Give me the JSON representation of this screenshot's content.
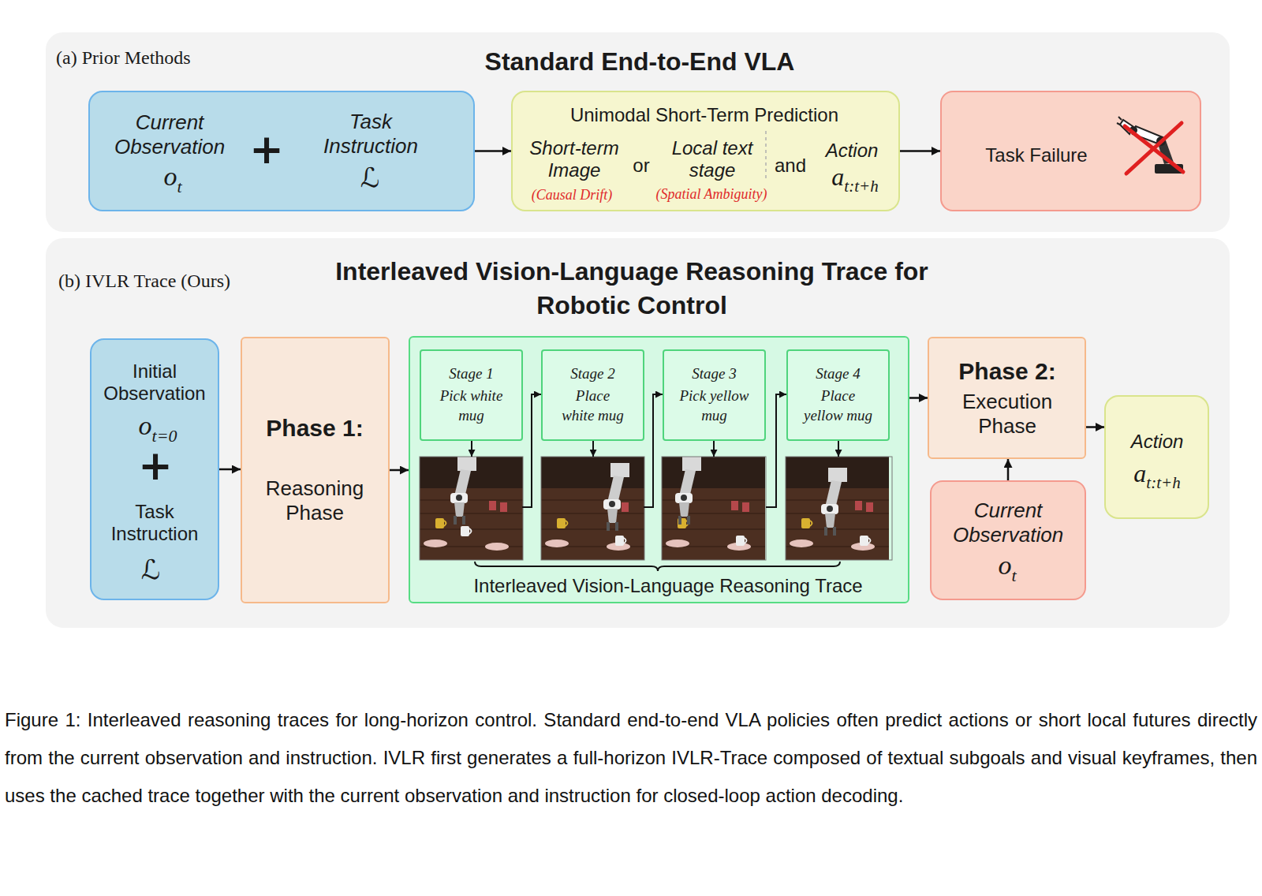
{
  "diagram": {
    "caption": "Figure 1: Interleaved reasoning traces for long-horizon control. Standard end-to-end VLA policies often predict actions or short local futures directly from the current observation and instruction. IVLR first generates a full-horizon IVLR-Trace composed of textual subgoals and visual keyframes, then uses the cached trace together with the current observation and instruction for closed-loop action decoding.",
    "nodes": [
      {
        "text": [
          "(a) Prior Methods",
          "Standard End-to-End VLA"
        ]
      },
      {
        "text": [
          "Current Observation",
          "o",
          "t",
          "+",
          "Task Instruction",
          "ℒ"
        ],
        "in": 0
      },
      {
        "text": [
          "Unimodal Short-Term Prediction",
          "Short-term Image",
          "(Causal Drift)",
          "or",
          "Local text stage",
          "(Spatial Ambiguity)",
          "and",
          "Action",
          "a",
          "t:t+h"
        ],
        "in": 0
      },
      {
        "text": [
          "Task Failure"
        ],
        "in": 0
      },
      {
        "text": [
          "(b) IVLR Trace (Ours)",
          "Interleaved Vision-Language Reasoning Trace for Robotic Control"
        ]
      },
      {
        "text": [
          "Initial Observation",
          "o",
          "t=0",
          "+",
          "Task Instruction",
          "ℒ"
        ],
        "in": 4
      },
      {
        "text": [
          "Phase 1:",
          "Reasoning Phase"
        ],
        "in": 4
      },
      {
        "text": [
          "Interleaved Vision-Language Reasoning Trace"
        ],
        "in": 4
      },
      {
        "text": [
          "Stage 1",
          "Pick white mug"
        ],
        "in": 7
      },
      {
        "text": [
          "Stage 2",
          "Place white mug"
        ],
        "in": 7
      },
      {
        "text": [
          "Stage 3",
          "Pick yellow mug"
        ],
        "in": 7
      },
      {
        "text": [
          "Stage 4",
          "Place yellow mug"
        ],
        "in": 7
      },
      {
        "text": [
          "Phase 2:",
          "Execution Phase"
        ],
        "in": 4
      },
      {
        "text": [
          "Current Observation",
          "o",
          "t"
        ],
        "in": 4
      },
      {
        "text": [
          "Action",
          "a",
          "t:t+h"
        ],
        "in": 4
      }
    ],
    "edges": [
      {
        "from": 1,
        "to": 2,
        "arrow": "to"
      },
      {
        "from": 2,
        "to": 3,
        "arrow": "to"
      },
      {
        "from": 5,
        "to": 6,
        "arrow": "to"
      },
      {
        "from": 6,
        "to": 7,
        "arrow": "to"
      },
      {
        "from": 7,
        "to": 12,
        "arrow": "to"
      },
      {
        "from": 13,
        "to": 12,
        "arrow": "to"
      },
      {
        "from": 12,
        "to": 14,
        "arrow": "to"
      }
    ]
  }
}
